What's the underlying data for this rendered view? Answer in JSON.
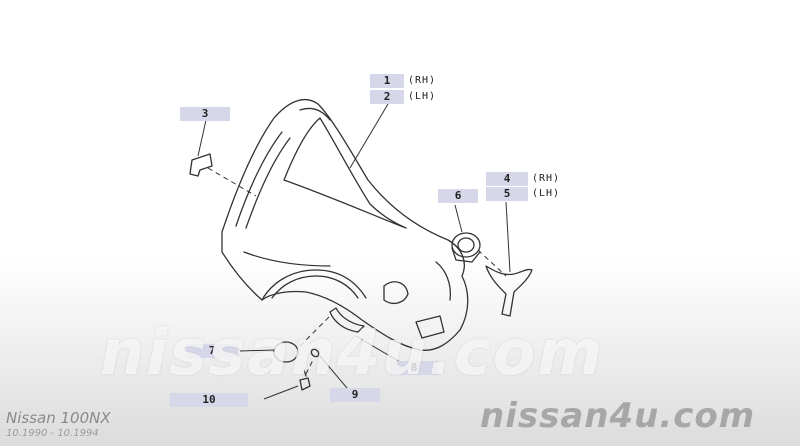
{
  "callouts": [
    {
      "number": "1",
      "suffix": "(RH)"
    },
    {
      "number": "2",
      "suffix": "(LH)"
    },
    {
      "number": "3"
    },
    {
      "number": "4",
      "suffix": "(RH)"
    },
    {
      "number": "5",
      "suffix": "(LH)"
    },
    {
      "number": "6"
    },
    {
      "number": "7"
    },
    {
      "number": "8"
    },
    {
      "number": "9"
    },
    {
      "number": "10"
    }
  ],
  "watermark": {
    "center": "nissan4u.com",
    "corner": "nissan4u.com"
  },
  "model": {
    "name": "Nissan 100NX",
    "years": "10.1990 - 10.1994"
  }
}
